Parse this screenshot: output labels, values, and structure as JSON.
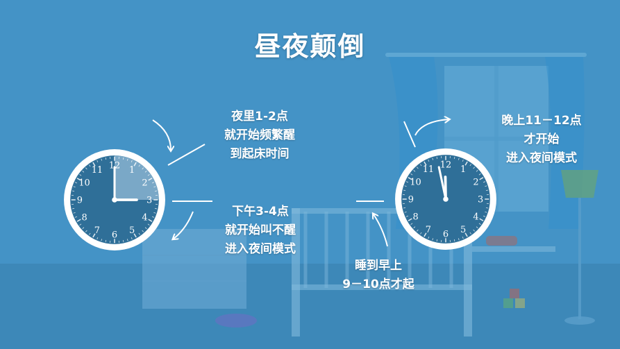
{
  "title": "昼夜颠倒",
  "captions": {
    "night_wake": [
      "夜里1-2点",
      "就开始频繁醒",
      "到起床时间"
    ],
    "afternoon_sleep": [
      "下午3-4点",
      "就开始叫不醒",
      "进入夜间模式"
    ],
    "evening_start": [
      "晚上11－12点",
      "才开始",
      "进入夜间模式"
    ],
    "morning_sleep": [
      "睡到早上",
      "9－10点才起"
    ]
  },
  "clock_numbers": [
    "12",
    "1",
    "2",
    "3",
    "4",
    "5",
    "6",
    "7",
    "8",
    "9",
    "10",
    "11"
  ],
  "clocks": {
    "left": {
      "hour": 3,
      "minute": 0,
      "highlight_from_minute": 0,
      "highlight_to_minute": 15
    },
    "right": {
      "hour": 11,
      "minute": 58
    }
  },
  "colors": {
    "clock_face": "#2f6f98",
    "clock_rim": "#ffffff",
    "highlight": "#7aa8c7",
    "hand": "#ffffff"
  }
}
